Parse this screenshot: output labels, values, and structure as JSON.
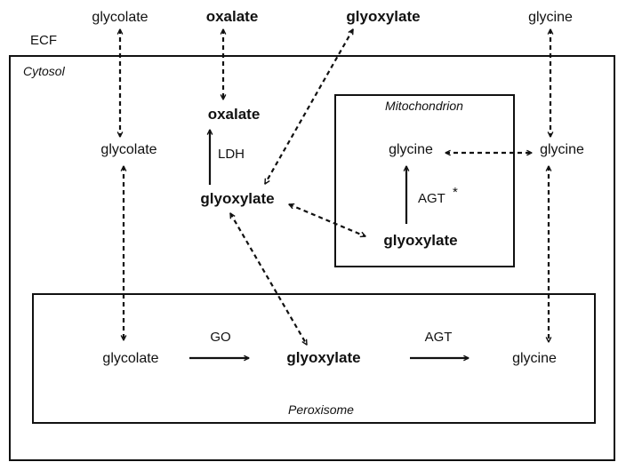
{
  "ecf": {
    "label": "ECF",
    "glycolate": "glycolate",
    "oxalate": "oxalate",
    "glyoxylate": "glyoxylate",
    "glycine": "glycine"
  },
  "cytosol": {
    "label": "Cytosol",
    "glycolate": "glycolate",
    "oxalate": "oxalate",
    "enzyme_ldh": "LDH",
    "glyoxylate": "glyoxylate",
    "glycine": "glycine"
  },
  "mitochondrion": {
    "label": "Mitochondrion",
    "glycine": "glycine",
    "enzyme_agt": "AGT",
    "enzyme_agt_mark": "*",
    "glyoxylate": "glyoxylate"
  },
  "peroxisome": {
    "label": "Peroxisome",
    "glycolate": "glycolate",
    "enzyme_go": "GO",
    "glyoxylate": "glyoxylate",
    "enzyme_agt": "AGT",
    "glycine": "glycine"
  },
  "colors": {
    "ink": "#111111",
    "background": "#ffffff"
  }
}
